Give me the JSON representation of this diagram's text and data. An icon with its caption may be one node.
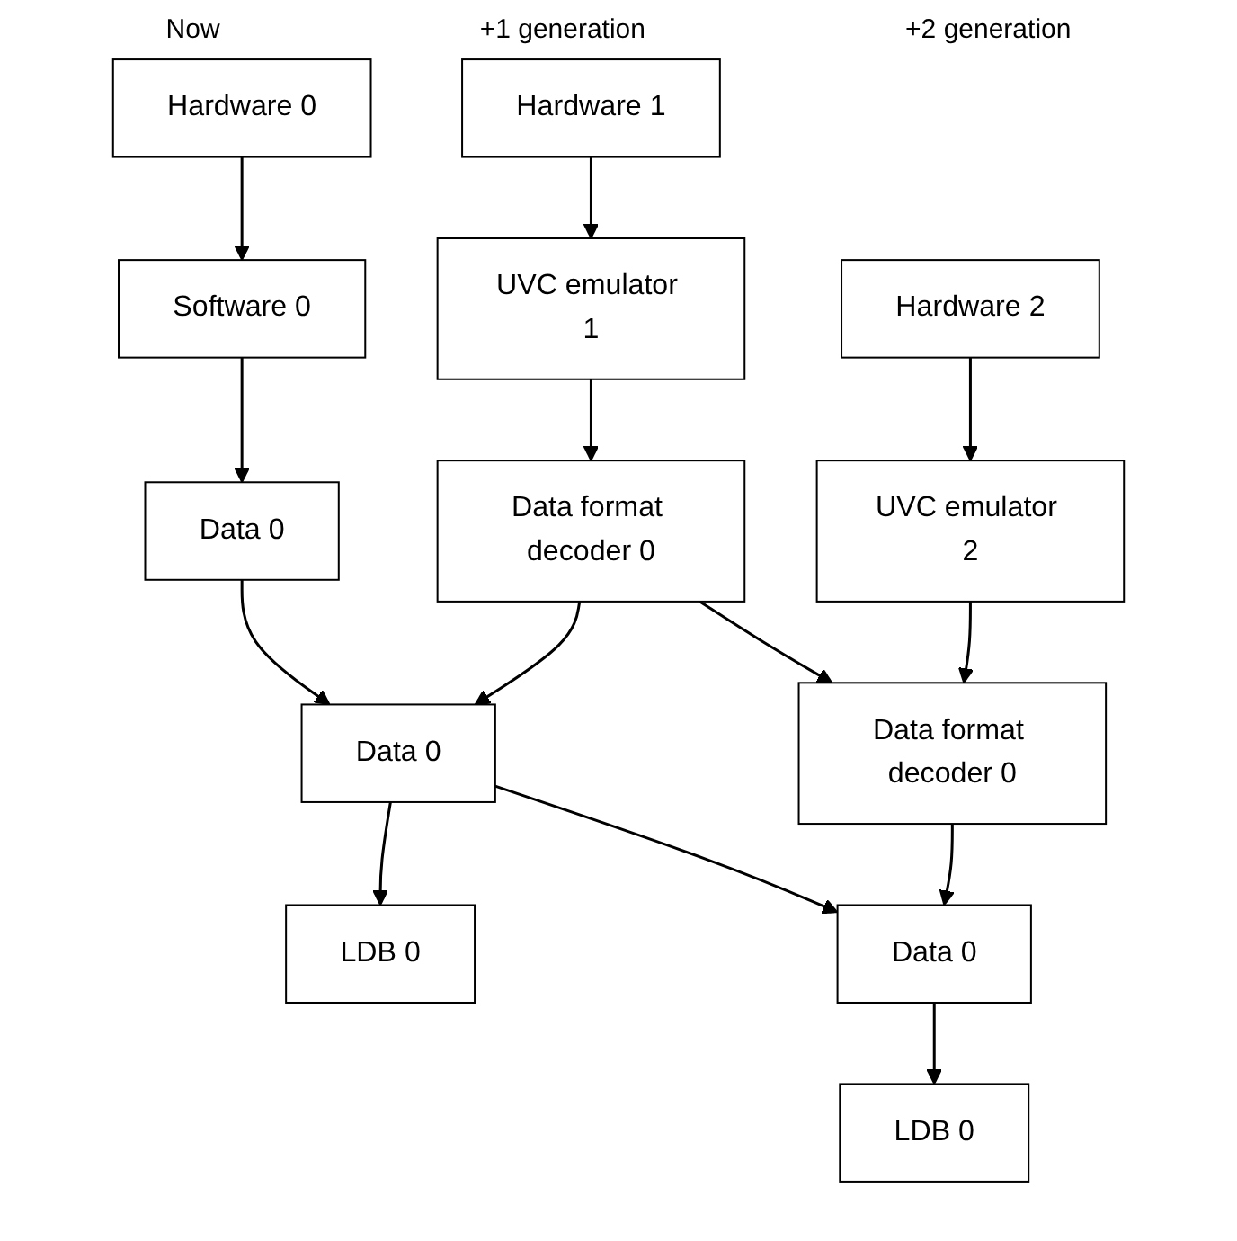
{
  "diagram": {
    "nodes": [
      {
        "text": [
          "Hardware 0"
        ]
      },
      {
        "text": [
          "Software 0"
        ]
      },
      {
        "text": [
          "Data 0"
        ]
      },
      {
        "text": [
          "Hardware 1"
        ]
      },
      {
        "text": [
          "UVC emulator 1"
        ]
      },
      {
        "text": [
          "Data format decoder 0"
        ]
      },
      {
        "text": [
          "Data 0"
        ]
      },
      {
        "text": [
          "LDB 0"
        ]
      },
      {
        "text": [
          "Hardware 2"
        ]
      },
      {
        "text": [
          "UVC emulator 2"
        ]
      },
      {
        "text": [
          "Data format decoder 0"
        ]
      },
      {
        "text": [
          "Data 0"
        ]
      },
      {
        "text": [
          "LDB 0"
        ]
      }
    ],
    "edges": [
      {
        "from": 0,
        "to": 1,
        "arrow": "to"
      },
      {
        "from": 1,
        "to": 2,
        "arrow": "to"
      },
      {
        "from": 2,
        "to": 6,
        "arrow": "to"
      },
      {
        "from": 3,
        "to": 4,
        "arrow": "to"
      },
      {
        "from": 4,
        "to": 5,
        "arrow": "to"
      },
      {
        "from": 5,
        "to": 6,
        "arrow": "to"
      },
      {
        "from": 5,
        "to": 10,
        "arrow": "to"
      },
      {
        "from": 6,
        "to": 7,
        "arrow": "to"
      },
      {
        "from": 6,
        "to": 11,
        "arrow": "to"
      },
      {
        "from": 8,
        "to": 9,
        "arrow": "to"
      },
      {
        "from": 9,
        "to": 10,
        "arrow": "to"
      },
      {
        "from": 10,
        "to": 11,
        "arrow": "to"
      },
      {
        "from": 11,
        "to": 12,
        "arrow": "to"
      }
    ],
    "labels": [
      "Now",
      "+1 generation",
      "+2 generation"
    ]
  }
}
